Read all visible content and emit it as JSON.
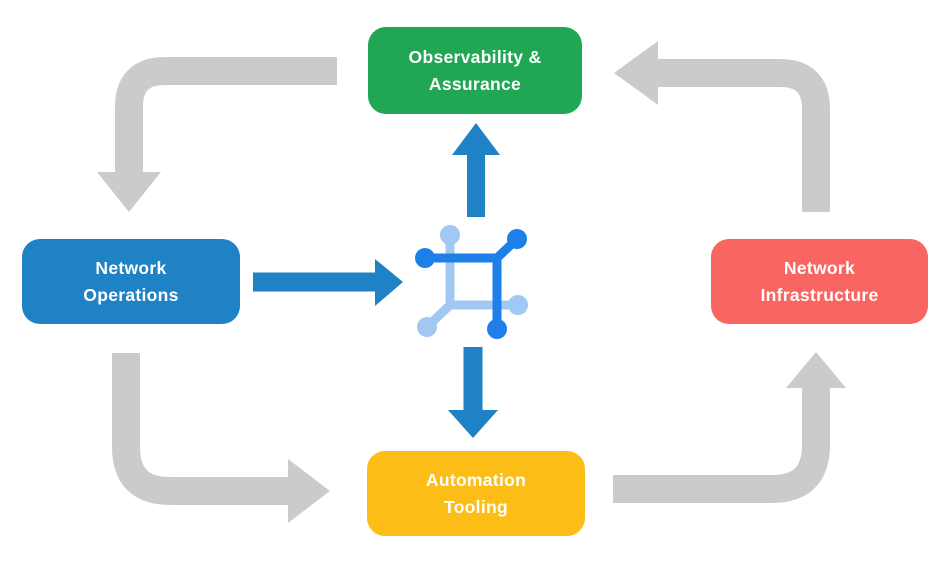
{
  "nodes": {
    "observability": {
      "line1": "Observability &",
      "line2": "Assurance"
    },
    "operations": {
      "line1": "Network",
      "line2": "Operations"
    },
    "infrastructure": {
      "line1": "Network",
      "line2": "Infrastructure"
    },
    "automation": {
      "line1": "Automation",
      "line2": "Tooling"
    }
  },
  "icons": {
    "hub": "network-mesh-icon"
  },
  "arrows": [
    {
      "from": "observability",
      "to": "operations",
      "style": "gray-elbow"
    },
    {
      "from": "infrastructure",
      "to": "observability",
      "style": "gray-elbow"
    },
    {
      "from": "operations",
      "to": "automation",
      "style": "gray-elbow"
    },
    {
      "from": "automation",
      "to": "infrastructure",
      "style": "gray-elbow"
    },
    {
      "from": "operations",
      "to": "hub",
      "style": "blue-straight"
    },
    {
      "from": "hub",
      "to": "observability",
      "style": "blue-straight"
    },
    {
      "from": "hub",
      "to": "automation",
      "style": "blue-straight"
    }
  ],
  "colors": {
    "background": "#FFFFFF",
    "text_light": "#FFFFFF",
    "node_observability": "#21A654",
    "node_operations": "#1E82C5",
    "node_infrastructure": "#F96561",
    "node_automation": "#FBBD16",
    "arrow_gray": "#CBCBCB",
    "arrow_blue": "#1E82C5",
    "icon_dark": "#1E7FE8",
    "icon_light": "#A0C8F2"
  }
}
